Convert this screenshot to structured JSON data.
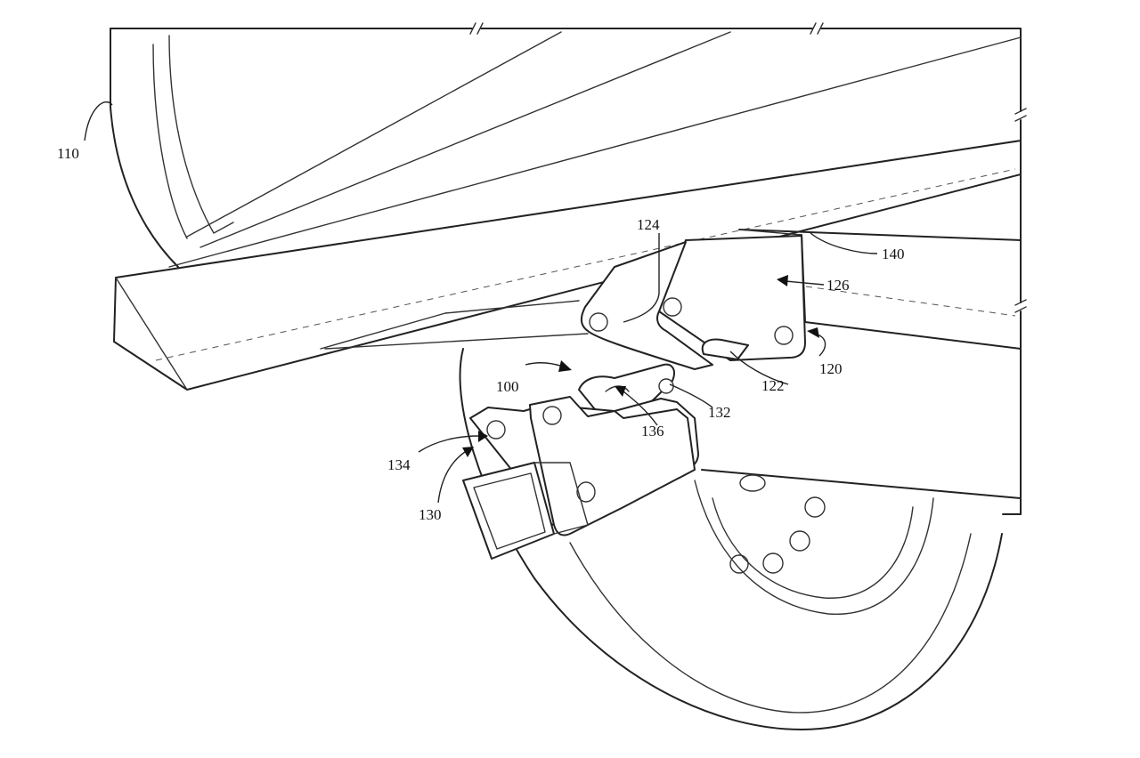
{
  "figure": {
    "reference_numerals": {
      "n110": "110",
      "n124": "124",
      "n140": "140",
      "n126": "126",
      "n120": "120",
      "n122": "122",
      "n100": "100",
      "n132": "132",
      "n136": "136",
      "n134": "134",
      "n130": "130"
    }
  }
}
